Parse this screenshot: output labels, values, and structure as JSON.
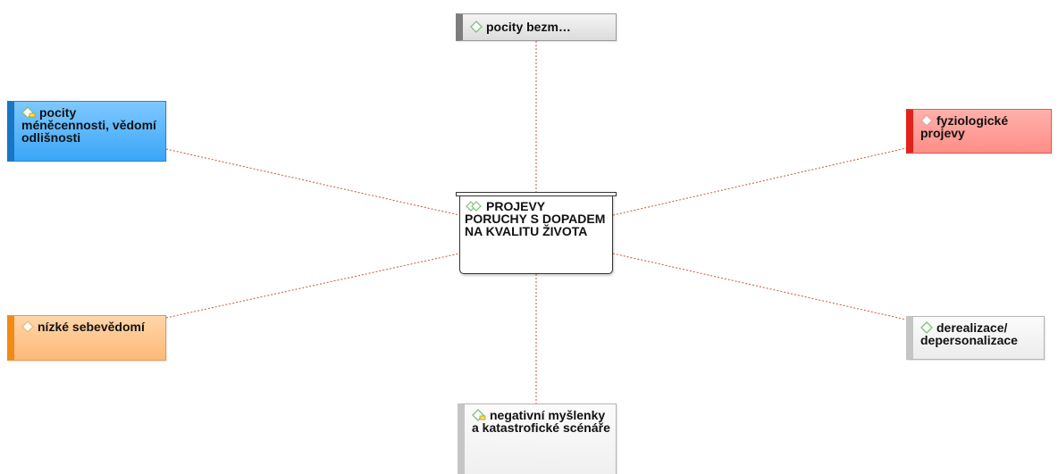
{
  "diagram": {
    "center": {
      "label": "PROJEVY PORUCHY S DOPADEM NA KVALITU ŽIVOTA",
      "icon": "double-diamond-icon"
    },
    "nodes": [
      {
        "id": "top",
        "label": "pocity bezm…",
        "icon": "diamond-icon",
        "color": "#7d7d7d"
      },
      {
        "id": "left",
        "label": "pocity méněcennosti, vědomí odlišnosti",
        "icon": "note-diamond-icon",
        "color": "#1776c6"
      },
      {
        "id": "right",
        "label": "fyziologické projevy",
        "icon": "diamond-icon",
        "color": "#e0231b"
      },
      {
        "id": "lower-left",
        "label": "nízké sebevědomí",
        "icon": "diamond-icon",
        "color": "#f28a15"
      },
      {
        "id": "lower-right",
        "label": "derealizace/ depersonalizace",
        "icon": "diamond-icon",
        "color": "#c5c5c5"
      },
      {
        "id": "bottom",
        "label": "negativní myšlenky a katastrofické scénáře",
        "icon": "note-diamond-icon",
        "color": "#c5c5c5"
      }
    ],
    "link_color": "#c8543d"
  }
}
